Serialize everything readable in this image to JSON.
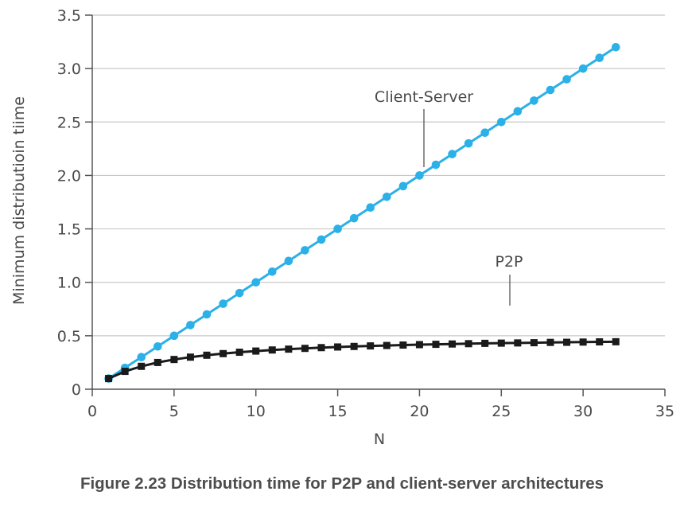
{
  "caption": "Figure 2.23 Distribution time for P2P and client-server architectures",
  "colors": {
    "client_server": "#2bb0e8",
    "p2p": "#1a1a1a",
    "grid": "#c8c8c8",
    "axis": "#555555"
  },
  "chart_data": {
    "type": "line",
    "title": "",
    "xlabel": "N",
    "ylabel": "Minimum distributioin tiime",
    "xlim": [
      0,
      35
    ],
    "ylim": [
      0,
      3.5
    ],
    "xticks": [
      0,
      5,
      10,
      15,
      20,
      25,
      30,
      35
    ],
    "xtick_labels": [
      "0",
      "5",
      "10",
      "15",
      "20",
      "25",
      "30",
      "35"
    ],
    "yticks": [
      0,
      0.5,
      1.0,
      1.5,
      2.0,
      2.5,
      3.0,
      3.5
    ],
    "ytick_labels": [
      "0",
      "0.5",
      "1.0",
      "1.5",
      "2.0",
      "2.5",
      "3.0",
      "3.5"
    ],
    "grid": "horizontal",
    "x": [
      1,
      2,
      3,
      4,
      5,
      6,
      7,
      8,
      9,
      10,
      11,
      12,
      13,
      14,
      15,
      16,
      17,
      18,
      19,
      20,
      21,
      22,
      23,
      24,
      25,
      26,
      27,
      28,
      29,
      30,
      31,
      32
    ],
    "series": [
      {
        "name": "Client-Server",
        "marker": "circle",
        "values": [
          0.1,
          0.2,
          0.3,
          0.4,
          0.5,
          0.6,
          0.7,
          0.8,
          0.9,
          1.0,
          1.1,
          1.2,
          1.3,
          1.4,
          1.5,
          1.6,
          1.7,
          1.8,
          1.9,
          2.0,
          2.1,
          2.2,
          2.3,
          2.4,
          2.5,
          2.6,
          2.7,
          2.8,
          2.9,
          3.0,
          3.1,
          3.2
        ]
      },
      {
        "name": "P2P",
        "marker": "square",
        "values": [
          0.1,
          0.167,
          0.214,
          0.25,
          0.278,
          0.3,
          0.318,
          0.333,
          0.346,
          0.357,
          0.367,
          0.375,
          0.382,
          0.389,
          0.395,
          0.4,
          0.405,
          0.409,
          0.413,
          0.417,
          0.42,
          0.423,
          0.426,
          0.429,
          0.431,
          0.433,
          0.435,
          0.438,
          0.439,
          0.441,
          0.443,
          0.444
        ]
      }
    ],
    "annotations": [
      {
        "text": "Client-Server",
        "series": "Client-Server"
      },
      {
        "text": "P2P",
        "series": "P2P"
      }
    ]
  }
}
